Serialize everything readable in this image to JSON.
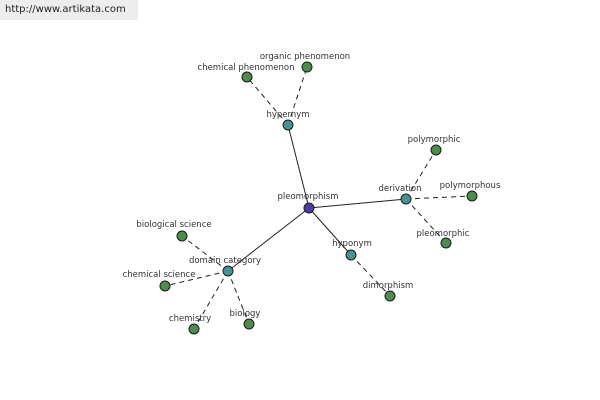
{
  "banner": {
    "url": "http://www.artikata.com"
  },
  "graph": {
    "colors": {
      "root": "#4a3fa0",
      "relation": "#4a9191",
      "term": "#4f8a4f",
      "edge": "#222222",
      "outline": "#1c1c1c"
    },
    "nodes": [
      {
        "id": "root",
        "label": "pleomorphism",
        "kind": "root"
      },
      {
        "id": "hypernym",
        "label": "hypernym",
        "kind": "relation"
      },
      {
        "id": "derivation",
        "label": "derivation",
        "kind": "relation"
      },
      {
        "id": "hyponym",
        "label": "hyponym",
        "kind": "relation"
      },
      {
        "id": "domain",
        "label": "domain category",
        "kind": "relation"
      },
      {
        "id": "organic",
        "label": "organic phenomenon",
        "kind": "term"
      },
      {
        "id": "chemphen",
        "label": "chemical phenomenon",
        "kind": "term"
      },
      {
        "id": "polymorphic",
        "label": "polymorphic",
        "kind": "term"
      },
      {
        "id": "polymorphous",
        "label": "polymorphous",
        "kind": "term"
      },
      {
        "id": "pleomorphic",
        "label": "pleomorphic",
        "kind": "term"
      },
      {
        "id": "dimorphism",
        "label": "dimorphism",
        "kind": "term"
      },
      {
        "id": "biosci",
        "label": "biological science",
        "kind": "term"
      },
      {
        "id": "chemsci",
        "label": "chemical science",
        "kind": "term"
      },
      {
        "id": "chemistry",
        "label": "chemistry",
        "kind": "term"
      },
      {
        "id": "biology",
        "label": "biology",
        "kind": "term"
      }
    ],
    "edges": [
      {
        "from": "root",
        "to": "hypernym",
        "style": "solid"
      },
      {
        "from": "root",
        "to": "derivation",
        "style": "solid"
      },
      {
        "from": "root",
        "to": "hyponym",
        "style": "solid"
      },
      {
        "from": "root",
        "to": "domain",
        "style": "solid"
      },
      {
        "from": "hypernym",
        "to": "organic",
        "style": "dashed"
      },
      {
        "from": "hypernym",
        "to": "chemphen",
        "style": "dashed"
      },
      {
        "from": "derivation",
        "to": "polymorphic",
        "style": "dashed"
      },
      {
        "from": "derivation",
        "to": "polymorphous",
        "style": "dashed"
      },
      {
        "from": "derivation",
        "to": "pleomorphic",
        "style": "dashed"
      },
      {
        "from": "hyponym",
        "to": "dimorphism",
        "style": "dashed"
      },
      {
        "from": "domain",
        "to": "biosci",
        "style": "dashed"
      },
      {
        "from": "domain",
        "to": "chemsci",
        "style": "dashed"
      },
      {
        "from": "domain",
        "to": "chemistry",
        "style": "dashed"
      },
      {
        "from": "domain",
        "to": "biology",
        "style": "dashed"
      }
    ]
  }
}
